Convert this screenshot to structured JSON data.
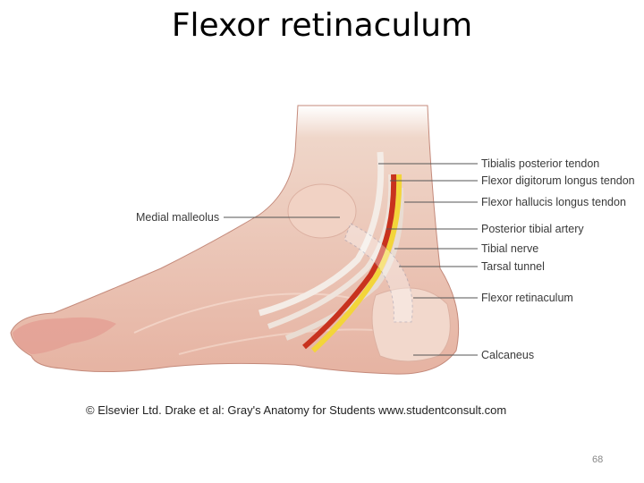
{
  "slide": {
    "title": "Flexor retinaculum",
    "credit": "© Elsevier Ltd. Drake et al: Gray's Anatomy for Students www.studentconsult.com",
    "page_number": "68"
  },
  "figure": {
    "labels": {
      "medial_malleolus": "Medial malleolus",
      "tibialis_posterior": "Tibialis posterior tendon",
      "fdl": "Flexor digitorum longus tendon",
      "fhl": "Flexor hallucis longus tendon",
      "artery": "Posterior tibial artery",
      "nerve": "Tibial nerve",
      "tunnel": "Tarsal tunnel",
      "retinaculum": "Flexor retinaculum",
      "calcaneus": "Calcaneus"
    },
    "colors": {
      "skin": "#ebb8a8",
      "skin_dark": "#d88f82",
      "artery": "#c8321e",
      "nerve": "#f3d53a",
      "tendon": "#f0e6df",
      "leader": "#555555"
    }
  }
}
